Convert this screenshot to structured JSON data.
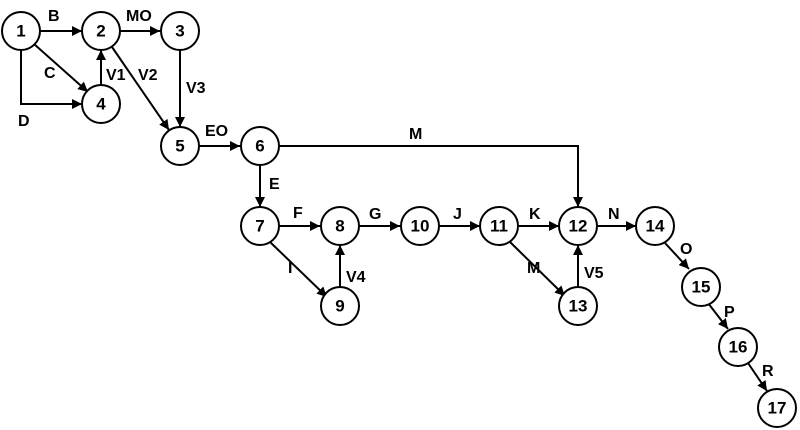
{
  "nodes": [
    {
      "id": "n1",
      "label": "1"
    },
    {
      "id": "n2",
      "label": "2"
    },
    {
      "id": "n3",
      "label": "3"
    },
    {
      "id": "n4",
      "label": "4"
    },
    {
      "id": "n5",
      "label": "5"
    },
    {
      "id": "n6",
      "label": "6"
    },
    {
      "id": "n7",
      "label": "7"
    },
    {
      "id": "n8",
      "label": "8"
    },
    {
      "id": "n9",
      "label": "9"
    },
    {
      "id": "n10",
      "label": "10"
    },
    {
      "id": "n11",
      "label": "11"
    },
    {
      "id": "n12",
      "label": "12"
    },
    {
      "id": "n13",
      "label": "13"
    },
    {
      "id": "n14",
      "label": "14"
    },
    {
      "id": "n15",
      "label": "15"
    },
    {
      "id": "n16",
      "label": "16"
    },
    {
      "id": "n17",
      "label": "17"
    }
  ],
  "edges": [
    {
      "from": "n1",
      "to": "n2",
      "label": "B"
    },
    {
      "from": "n2",
      "to": "n3",
      "label": "MO"
    },
    {
      "from": "n1",
      "to": "n4",
      "label": "C"
    },
    {
      "from": "n1",
      "to": "n4",
      "label": "D"
    },
    {
      "from": "n4",
      "to": "n2",
      "label": "V1"
    },
    {
      "from": "n2",
      "to": "n5",
      "label": "V2"
    },
    {
      "from": "n3",
      "to": "n5",
      "label": "V3"
    },
    {
      "from": "n5",
      "to": "n6",
      "label": "EO"
    },
    {
      "from": "n6",
      "to": "n12",
      "label": "M"
    },
    {
      "from": "n6",
      "to": "n7",
      "label": "E"
    },
    {
      "from": "n7",
      "to": "n8",
      "label": "F"
    },
    {
      "from": "n7",
      "to": "n9",
      "label": "I"
    },
    {
      "from": "n9",
      "to": "n8",
      "label": "V4"
    },
    {
      "from": "n8",
      "to": "n10",
      "label": "G"
    },
    {
      "from": "n10",
      "to": "n11",
      "label": "J"
    },
    {
      "from": "n11",
      "to": "n12",
      "label": "K"
    },
    {
      "from": "n11",
      "to": "n13",
      "label": "M"
    },
    {
      "from": "n13",
      "to": "n12",
      "label": "V5"
    },
    {
      "from": "n12",
      "to": "n14",
      "label": "N"
    },
    {
      "from": "n14",
      "to": "n15",
      "label": "O"
    },
    {
      "from": "n15",
      "to": "n16",
      "label": "P"
    },
    {
      "from": "n16",
      "to": "n17",
      "label": "R"
    }
  ]
}
